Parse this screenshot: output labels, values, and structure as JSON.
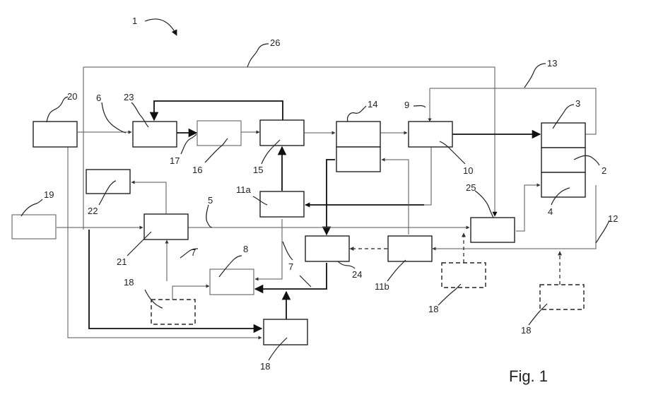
{
  "figure": {
    "caption": "Fig. 1",
    "labels": {
      "l1": "1",
      "l2": "2",
      "l3": "3",
      "l4": "4",
      "l5": "5",
      "l6": "6",
      "l7a": "7",
      "l7b": "7",
      "l8": "8",
      "l9": "9",
      "l10": "10",
      "l11a": "11a",
      "l11b": "11b",
      "l12": "12",
      "l13": "13",
      "l14": "14",
      "l15": "15",
      "l16": "16",
      "l17": "17",
      "l18a": "18",
      "l18b": "18",
      "l18c": "18",
      "l18d": "18",
      "l19": "19",
      "l20": "20",
      "l21": "21",
      "l22": "22",
      "l23": "23",
      "l24": "24",
      "l25": "25",
      "l26": "26"
    }
  }
}
